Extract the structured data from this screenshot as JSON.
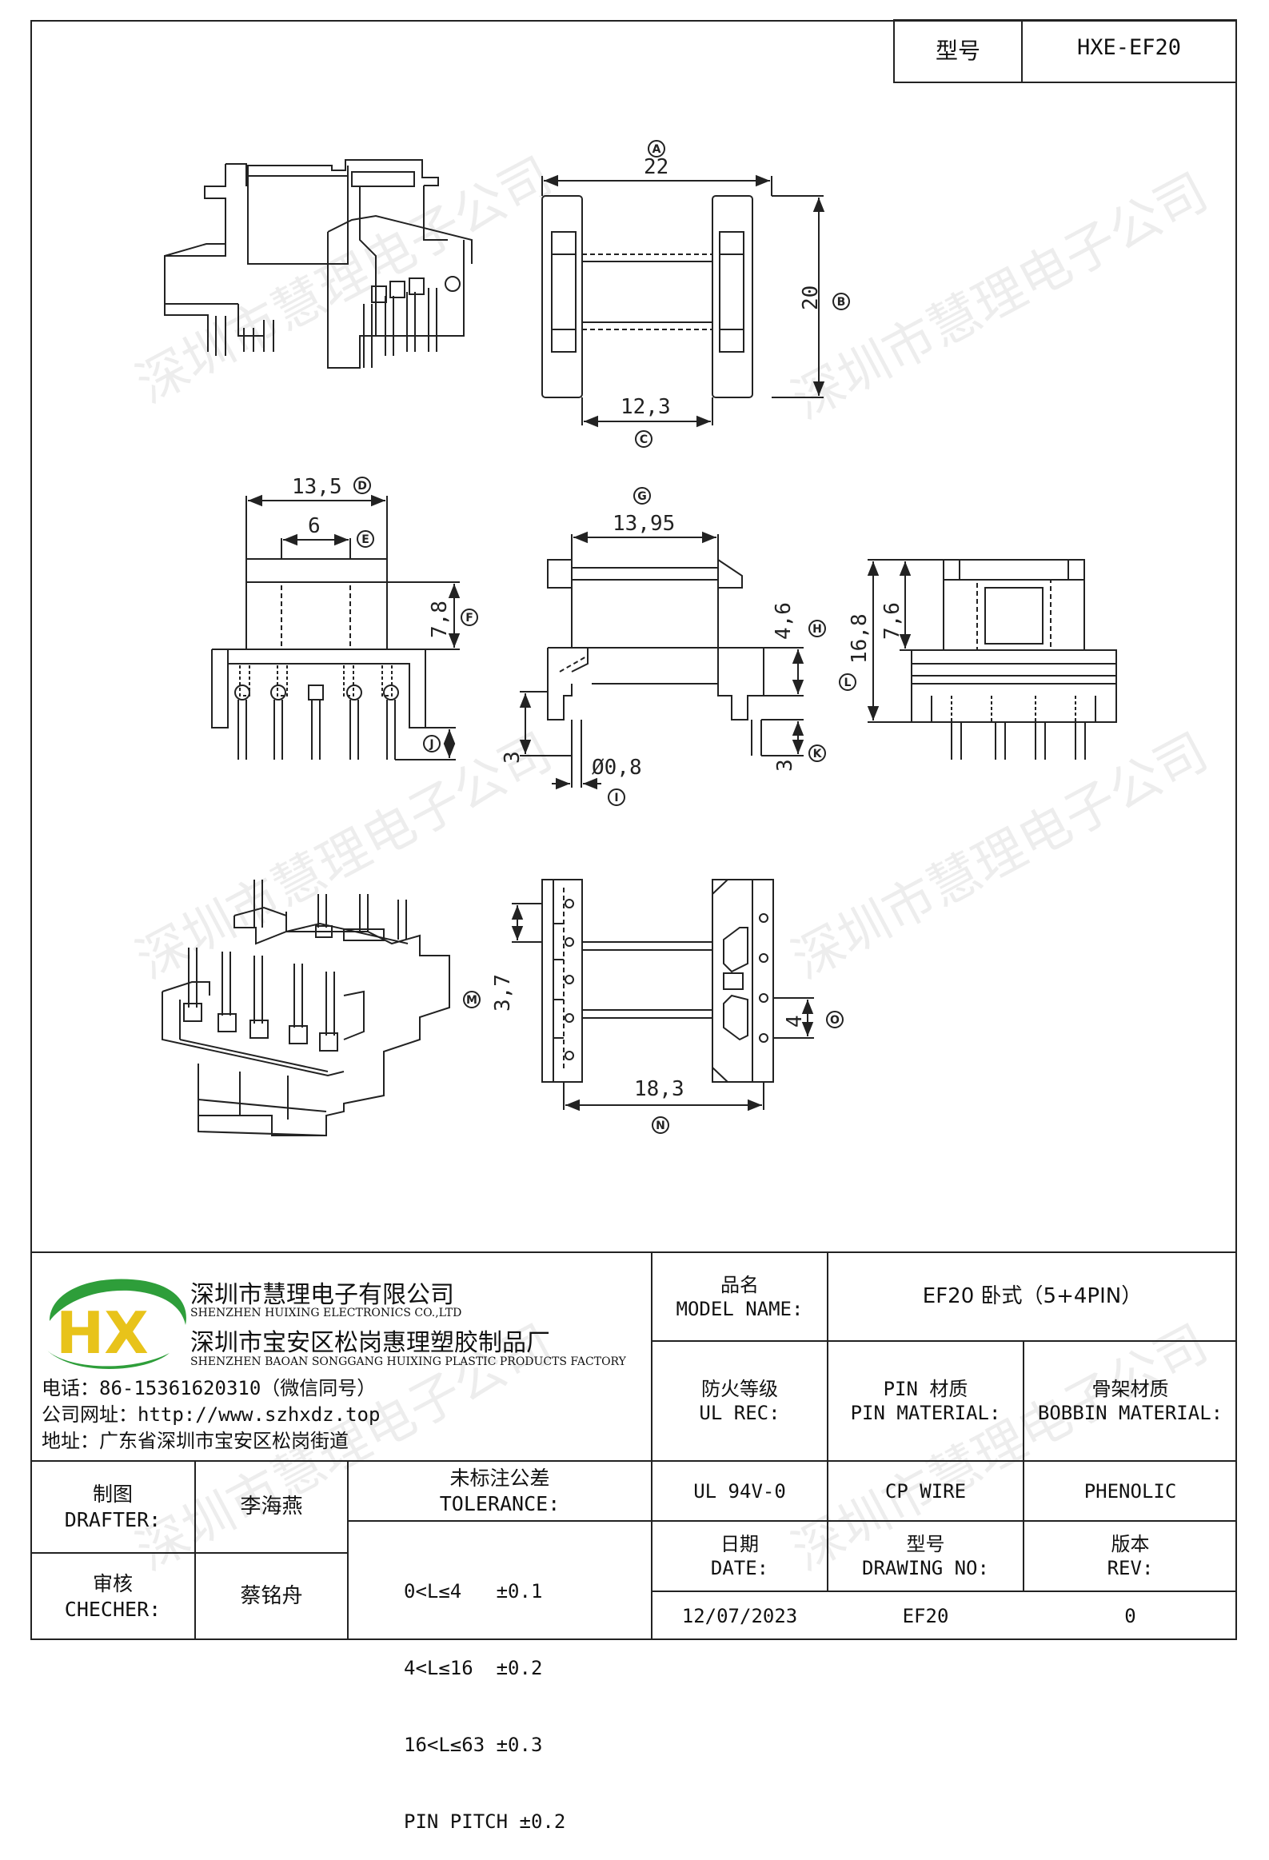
{
  "header": {
    "model_label": "型号",
    "model_value": "HXE-EF20"
  },
  "watermark": "深圳市慧理电子公司",
  "dimensions": {
    "A": "22",
    "B": "20",
    "C": "12,3",
    "D": "13,5",
    "E": "6",
    "F": "7,8",
    "G": "13,95",
    "H": "4,6",
    "L": "16,8",
    "extra_76": "7,6",
    "I": "Ø0,8",
    "J": "3",
    "K": "3",
    "M": "3,7",
    "N": "18,3",
    "O": "4"
  },
  "markers": [
    "A",
    "B",
    "C",
    "D",
    "E",
    "F",
    "G",
    "H",
    "I",
    "J",
    "K",
    "L",
    "M",
    "N",
    "O"
  ],
  "company": {
    "logo_text": "HX",
    "name_cn": "深圳市慧理电子有限公司",
    "name_en": "SHENZHEN HUIXING ELECTRONICS CO.,LTD",
    "factory_cn": "深圳市宝安区松岗惠理塑胶制品厂",
    "factory_en": "SHENZHEN BAOAN SONGGANG HUIXING PLASTIC PRODUCTS FACTORY",
    "phone": "电话：86-15361620310（微信同号）",
    "website": "公司网址：http://www.szhxdz.top",
    "address": "地址：广东省深圳市宝安区松岗街道"
  },
  "title_block": {
    "model_name_cn": "品名",
    "model_name_en": "MODEL NAME:",
    "model_name_value": "EF20 卧式（5+4PIN）",
    "ul_cn": "防火等级",
    "ul_en": "UL REC:",
    "pin_cn": "PIN 材质",
    "pin_en": "PIN MATERIAL:",
    "bobbin_cn": "骨架材质",
    "bobbin_en": "BOBBIN MATERIAL:",
    "ul_value": "UL 94V-0",
    "pin_value": "CP WIRE",
    "bobbin_value": "PHENOLIC",
    "drafter_cn": "制图",
    "drafter_en": "DRAFTER:",
    "drafter_value": "李海燕",
    "checker_cn": "审核",
    "checker_en": "CHECHER:",
    "checker_value": "蔡铭舟",
    "tolerance_cn": "未标注公差",
    "tolerance_en": "TOLERANCE:",
    "tolerance_lines": [
      "0<L≤4   ±0.1",
      "4<L≤16  ±0.2",
      "16<L≤63 ±0.3",
      "PIN PITCH ±0.2"
    ],
    "date_cn": "日期",
    "date_en": "DATE:",
    "date_value": "12/07/2023",
    "drawing_cn": "型号",
    "drawing_en": "DRAWING NO:",
    "drawing_value": "EF20",
    "rev_cn": "版本",
    "rev_en": "REV:",
    "rev_value": "0"
  },
  "colors": {
    "logo_green": "#2e9e3a",
    "logo_yellow": "#e8c31a",
    "line": "#222222"
  }
}
